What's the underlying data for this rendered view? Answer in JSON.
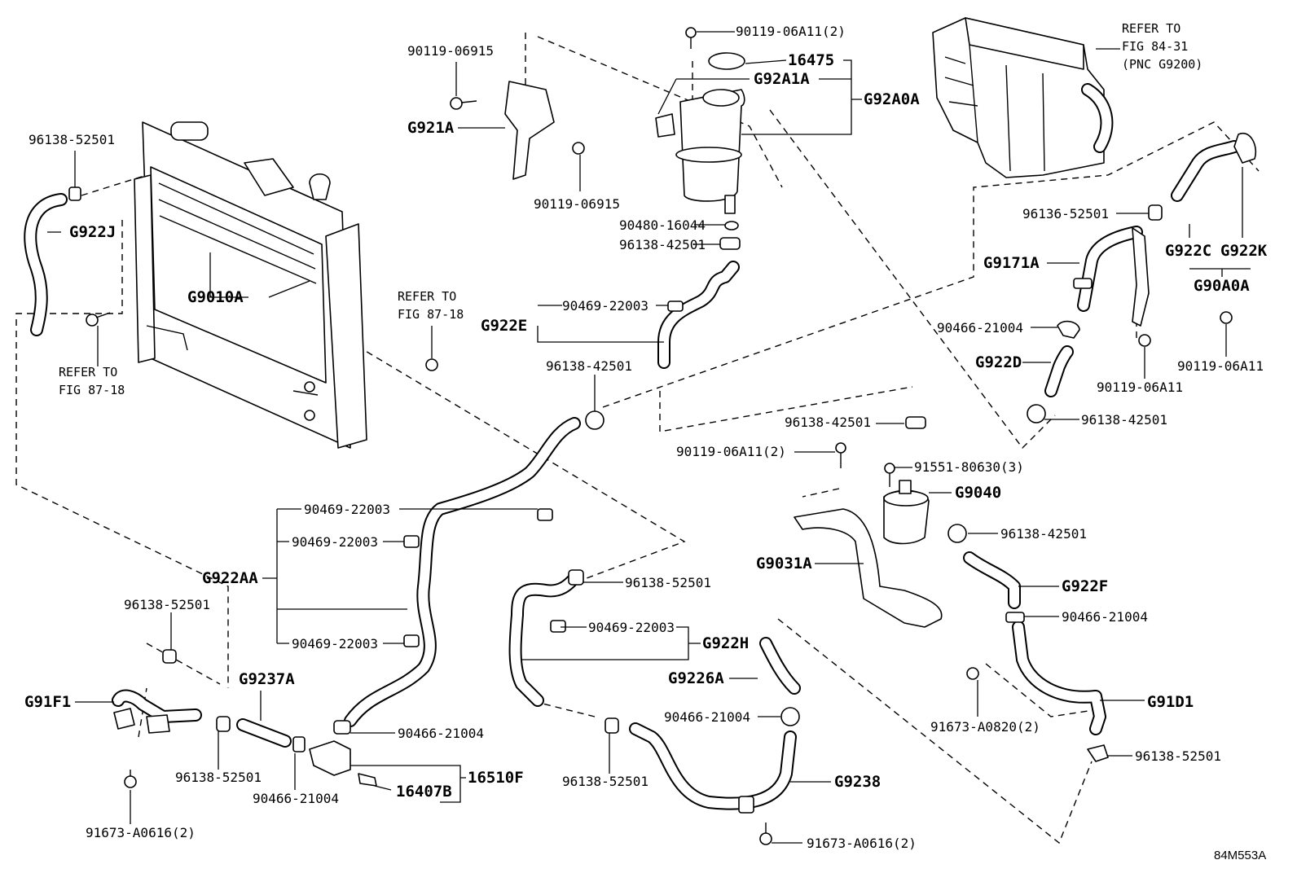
{
  "labels": {
    "p90119_06A11_2_top": "90119-06A11(2)",
    "p16475": "16475",
    "pG92A1A": "G92A1A",
    "pG92A0A": "G92A0A",
    "p90119_06915_a": "90119-06915",
    "pG921A": "G921A",
    "p90119_06915_b": "90119-06915",
    "p90480_16044": "90480-16044",
    "p96138_42501_a": "96138-42501",
    "p96138_52501_a": "96138-52501",
    "pG922J": "G922J",
    "pG9010A": "G9010A",
    "p90469_22003_a": "90469-22003",
    "pG922E": "G922E",
    "p96138_42501_b": "96138-42501",
    "p96136_52501": "96136-52501",
    "pG922C": "G922C",
    "pG922K": "G922K",
    "pG90A0A": "G90A0A",
    "pG9171A": "G9171A",
    "p90466_21004_a": "90466-21004",
    "p90119_06A11_a": "90119-06A11",
    "p90119_06A11_b": "90119-06A11",
    "pG922D": "G922D",
    "p96138_42501_c": "96138-42501",
    "p96138_42501_d": "96138-42501",
    "p90119_06A11_2_mid": "90119-06A11(2)",
    "p91551_80630_3": "91551-80630(3)",
    "pG9040": "G9040",
    "p96138_42501_e": "96138-42501",
    "pG9031A": "G9031A",
    "pG922F": "G922F",
    "p90466_21004_b": "90466-21004",
    "p90469_22003_b": "90469-22003",
    "p90469_22003_c": "90469-22003",
    "pG922AA": "G922AA",
    "p90469_22003_d": "90469-22003",
    "p96138_52501_b": "96138-52501",
    "p96138_52501_c": "96138-52501",
    "pG9237A": "G9237A",
    "pG91F1": "G91F1",
    "p96138_52501_d": "96138-52501",
    "p90466_21004_c": "90466-21004",
    "p90466_21004_d": "90466-21004",
    "p16510F": "16510F",
    "p16407B": "16407B",
    "p91673_A0616_2_a": "91673-A0616(2)",
    "p90469_22003_e": "90469-22003",
    "pG922H": "G922H",
    "pG9226A": "G9226A",
    "p90466_21004_e": "90466-21004",
    "p96138_52501_e": "96138-52501",
    "pG9238": "G9238",
    "p91673_A0616_2_b": "91673-A0616(2)",
    "p91673_A0820_2": "91673-A0820(2)",
    "pG91D1": "G91D1",
    "p96138_52501_f": "96138-52501"
  },
  "refs": {
    "inverter": [
      "REFER TO",
      "FIG 84-31",
      "(PNC G9200)"
    ],
    "radiator_left": [
      "REFER TO",
      "FIG 87-18"
    ],
    "radiator_right": [
      "REFER TO",
      "FIG 87-18"
    ]
  },
  "figure_code": "84M553A"
}
